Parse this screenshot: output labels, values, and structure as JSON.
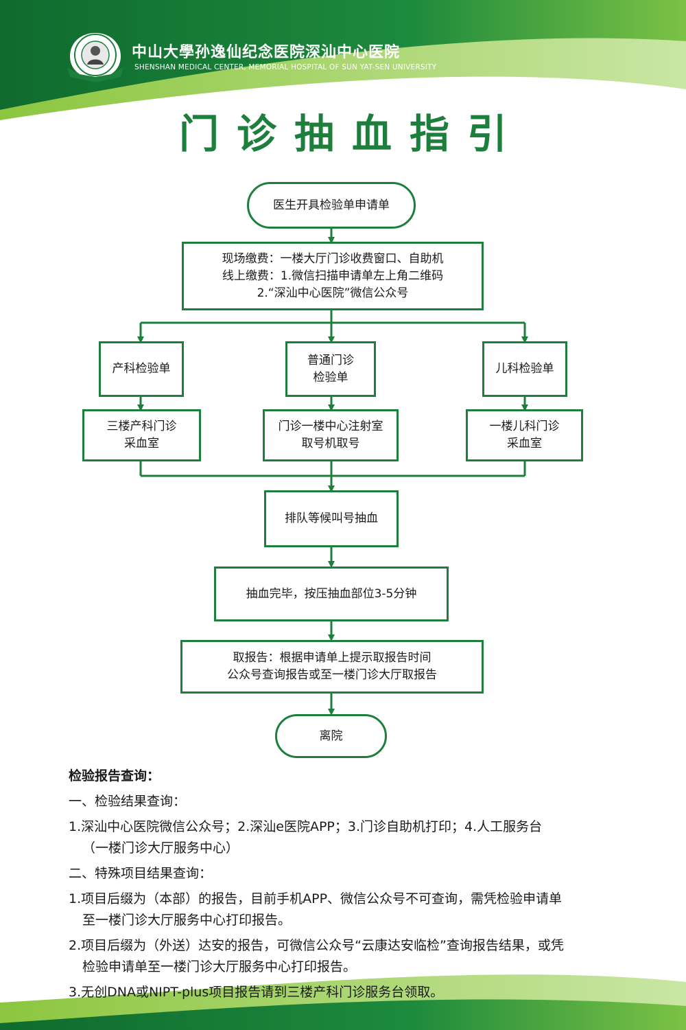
{
  "colors": {
    "brand_green": "#1d7f3c",
    "light_green": "#8cc63f",
    "text": "#1a1a1a"
  },
  "header": {
    "logo_icon": "hospital-seal-icon",
    "name_cn": "中山大學孙逸仙纪念医院深汕中心医院",
    "name_en": "SHENSHAN MEDICAL CENTER, MEMORIAL HOSPITAL OF SUN YAT-SEN UNIVERSITY"
  },
  "title": "门诊抽血指引",
  "flow": {
    "start": "医生开具检验单申请单",
    "payment": [
      "现场缴费：一楼大厅门诊收费窗口、自助机",
      "线上缴费：1.微信扫描申请单左上角二维码",
      "2.“深汕中心医院”微信公众号"
    ],
    "branches": [
      {
        "type": [
          "产科检验单"
        ],
        "location": [
          "三楼产科门诊",
          "采血室"
        ]
      },
      {
        "type": [
          "普通门诊",
          "检验单"
        ],
        "location": [
          "门诊一楼中心注射室",
          "取号机取号"
        ]
      },
      {
        "type": [
          "儿科检验单"
        ],
        "location": [
          "一楼儿科门诊",
          "采血室"
        ]
      }
    ],
    "queue": "排队等候叫号抽血",
    "press": "抽血完毕，按压抽血部位3-5分钟",
    "report": [
      "取报告：根据申请单上提示取报告时间",
      "公众号查询报告或至一楼门诊大厅取报告"
    ],
    "end": "离院"
  },
  "info": {
    "heading": "检验报告查询：",
    "section1_title": "一、检验结果查询：",
    "section1_line1": "1.深汕中心医院微信公众号；2.深汕e医院APP；3.门诊自助机打印；4.人工服务台",
    "section1_line2": "（一楼门诊大厅服务中心）",
    "section2_title": "二、特殊项目结果查询：",
    "item1_line1": "1.项目后缀为（本部）的报告，目前手机APP、微信公众号不可查询，需凭检验申请单",
    "item1_line2": "至一楼门诊大厅服务中心打印报告。",
    "item2_line1": "2.项目后缀为（外送）达安的报告，可微信公众号“云康达安临检”查询报告结果，或凭",
    "item2_line2": "检验申请单至一楼门诊大厅服务中心打印报告。",
    "item3": "3.无创DNA或NIPT-plus项目报告请到三楼产科门诊服务台领取。"
  }
}
